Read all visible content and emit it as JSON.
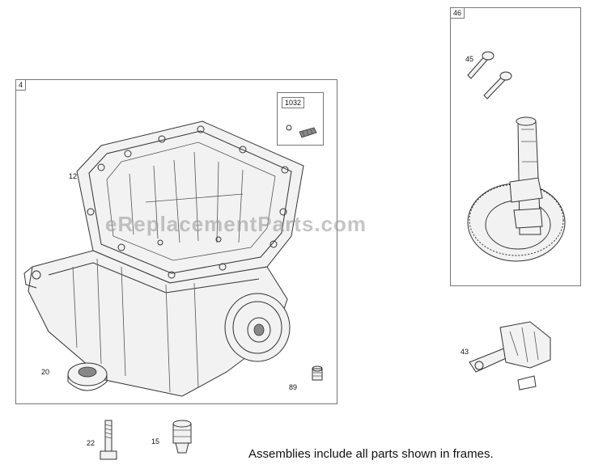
{
  "frames": {
    "sump": {
      "tag": "4"
    },
    "sub_kit": {
      "tag": "1032"
    },
    "camshaft": {
      "tag": "46"
    }
  },
  "parts": {
    "p12": "12",
    "p20": "20",
    "p89": "89",
    "p45": "45",
    "p43": "43",
    "p22": "22",
    "p15": "15"
  },
  "watermark": "eReplacementParts.com",
  "footer": "Assemblies include all parts shown in frames."
}
